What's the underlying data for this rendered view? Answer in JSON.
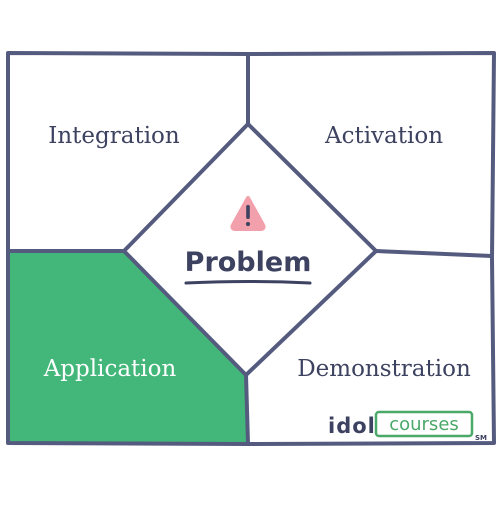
{
  "diagram": {
    "quadrants": {
      "top_left": "Integration",
      "top_right": "Activation",
      "bottom_left": "Application",
      "bottom_right": "Demonstration"
    },
    "center": {
      "label": "Problem",
      "icon": "warning-icon"
    },
    "highlight_quadrant": "bottom_left"
  },
  "logo": {
    "wordmark_idol": "idol",
    "wordmark_courses": "courses",
    "mark": "SM"
  },
  "colors": {
    "outline": "#545b7e",
    "highlight": "#43b77a",
    "warning": "#f3a0ad",
    "text": "#3d4260",
    "logo_green": "#4aa868"
  }
}
